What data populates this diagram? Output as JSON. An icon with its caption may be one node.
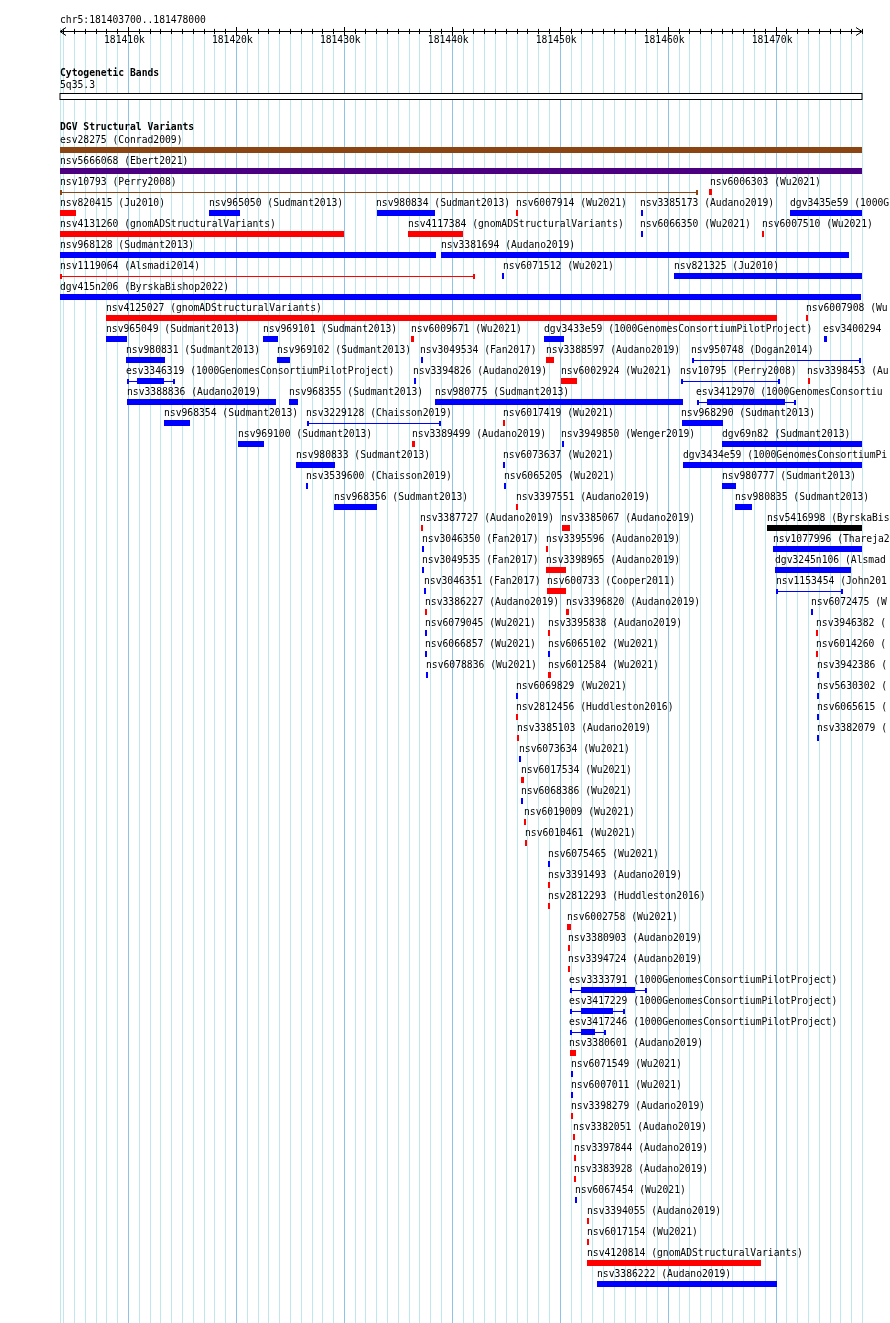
{
  "diagram": {
    "labels": [
      "chr5:181403700..181478000",
      "181410k",
      "181420k",
      "181430k",
      "181440k",
      "181450k",
      "181460k",
      "181470k",
      "Cytogenetic Bands",
      "5q35.3",
      "DGV Structural Variants",
      "esv28275 (Conrad2009)",
      "nsv5666068 (Ebert2021)",
      "nsv10793 (Perry2008)",
      "nsv6006303 (Wu2021)",
      "nsv820415 (Ju2010)",
      "nsv965050 (Sudmant2013)",
      "nsv980834 (Sudmant2013)",
      "nsv6007914 (Wu2021)",
      "nsv3385173 (Audano2019)",
      "dgv3435e59 (1000G",
      "nsv4131260 (gnomADStructuralVariants)",
      "nsv4117384 (gnomADStructuralVariants)",
      "nsv6066350 (Wu2021)",
      "nsv6007510 (Wu2021)",
      "nsv968128 (Sudmant2013)",
      "nsv3381694 (Audano2019)",
      "nsv1119064 (Alsmadi2014)",
      "nsv6071512 (Wu2021)",
      "nsv821325 (Ju2010)",
      "dgv415n206 (ByrskaBishop2022)",
      "nsv4125027 (gnomADStructuralVariants)",
      "nsv6007908 (Wu",
      "nsv965049 (Sudmant2013)",
      "nsv969101 (Sudmant2013)",
      "nsv6009671 (Wu2021)",
      "dgv3433e59 (1000GenomesConsortiumPilotProject)",
      "esv3400294",
      "nsv980831 (Sudmant2013)",
      "nsv969102 (Sudmant2013)",
      "nsv3049534 (Fan2017)",
      "nsv3388597 (Audano2019)",
      "nsv950748 (Dogan2014)",
      "esv3346319 (1000GenomesConsortiumPilotProject)",
      "nsv3394826 (Audano2019)",
      "nsv6002924 (Wu2021)",
      "nsv10795 (Perry2008)",
      "nsv3398453 (Au",
      "nsv3388836 (Audano2019)",
      "nsv968355 (Sudmant2013)",
      "nsv980775 (Sudmant2013)",
      "esv3412970 (1000GenomesConsortiu",
      "nsv968354 (Sudmant2013)",
      "nsv3229128 (Chaisson2019)",
      "nsv6017419 (Wu2021)",
      "nsv968290 (Sudmant2013)",
      "nsv969100 (Sudmant2013)",
      "nsv3389499 (Audano2019)",
      "nsv3949850 (Wenger2019)",
      "dgv69n82 (Sudmant2013)",
      "nsv980833 (Sudmant2013)",
      "nsv6073637 (Wu2021)",
      "dgv3434e59 (1000GenomesConsortiumPi",
      "nsv3539600 (Chaisson2019)",
      "nsv6065205 (Wu2021)",
      "nsv980777 (Sudmant2013)",
      "nsv968356 (Sudmant2013)",
      "nsv3397551 (Audano2019)",
      "nsv980835 (Sudmant2013)",
      "nsv3387727 (Audano2019)",
      "nsv3385067 (Audano2019)",
      "nsv5416998 (ByrskaBis",
      "nsv3046350 (Fan2017)",
      "nsv3395596 (Audano2019)",
      "nsv1077996 (Thareja2",
      "nsv3049535 (Fan2017)",
      "nsv3398965 (Audano2019)",
      "dgv3245n106 (Alsmad",
      "nsv3046351 (Fan2017)",
      "nsv600733 (Cooper2011)",
      "nsv1153454 (John201",
      "nsv3386227 (Audano2019)",
      "nsv3396820 (Audano2019)",
      "nsv6072475 (W",
      "nsv6079045 (Wu2021)",
      "nsv3395838 (Audano2019)",
      "nsv3946382 (",
      "nsv6066857 (Wu2021)",
      "nsv6065102 (Wu2021)",
      "nsv6014260 (",
      "nsv6078836 (Wu2021)",
      "nsv6012584 (Wu2021)",
      "nsv3942386 (",
      "nsv6069829 (Wu2021)",
      "nsv5630302 (",
      "nsv2812456 (Huddleston2016)",
      "nsv6065615 (",
      "nsv3385103 (Audano2019)",
      "nsv3382079 (",
      "nsv6073634 (Wu2021)",
      "nsv6017534 (Wu2021)",
      "nsv6068386 (Wu2021)",
      "nsv6019009 (Wu2021)",
      "nsv6010461 (Wu2021)",
      "nsv6075465 (Wu2021)",
      "nsv3391493 (Audano2019)",
      "nsv2812293 (Huddleston2016)",
      "nsv6002758 (Wu2021)",
      "nsv3380903 (Audano2019)",
      "nsv3394724 (Audano2019)",
      "esv3333791 (1000GenomesConsortiumPilotProject)",
      "esv3417229 (1000GenomesConsortiumPilotProject)",
      "esv3417246 (1000GenomesConsortiumPilotProject)",
      "nsv3380601 (Audano2019)",
      "nsv6071549 (Wu2021)",
      "nsv6007011 (Wu2021)",
      "nsv3398279 (Audano2019)",
      "nsv3382051 (Audano2019)",
      "nsv3397844 (Audano2019)",
      "nsv3383928 (Audano2019)",
      "nsv6067454 (Wu2021)",
      "nsv3394055 (Audano2019)",
      "nsv6017154 (Wu2021)",
      "nsv4120814 (gnomADStructuralVariants)",
      "nsv3386222 (Audano2019)"
    ]
  }
}
